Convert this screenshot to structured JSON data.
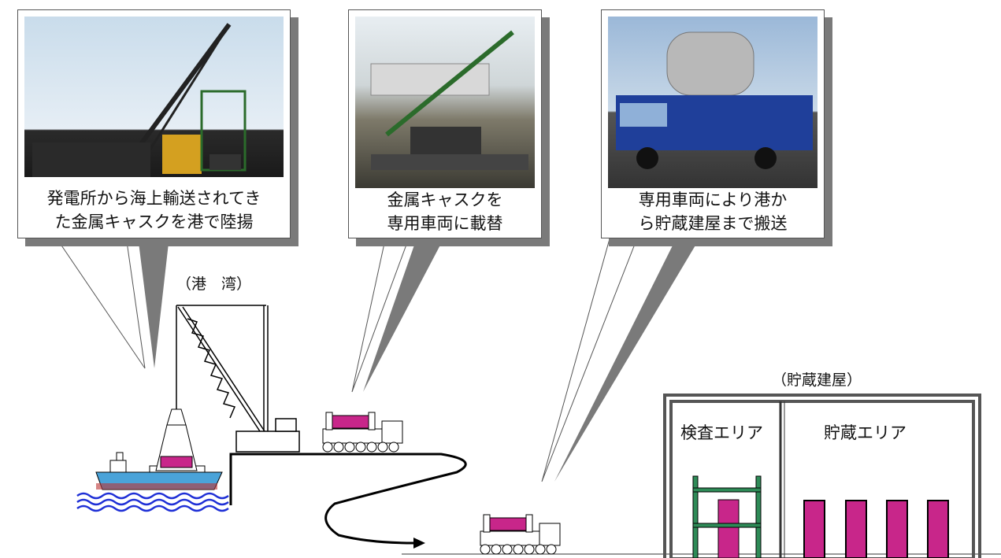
{
  "callouts": {
    "unloading": {
      "caption": "発電所から海上輸送されてき\nた金属キャスクを港で陸揚"
    },
    "transfer": {
      "caption": "金属キャスクを\n専用車両に載替"
    },
    "haul": {
      "caption": "専用車両により港か\nら貯蔵建屋まで搬送"
    }
  },
  "labels": {
    "port": "（港　湾）",
    "storage_building": "（貯蔵建屋）",
    "inspection_area": "検査エリア",
    "storage_area": "貯蔵エリア"
  },
  "colors": {
    "cask": "#c8268a",
    "ship_hull": "#4aa3d9",
    "water": "#1e2fd6",
    "rack": "#2e8b57",
    "shadow": "#7a7a7a"
  }
}
